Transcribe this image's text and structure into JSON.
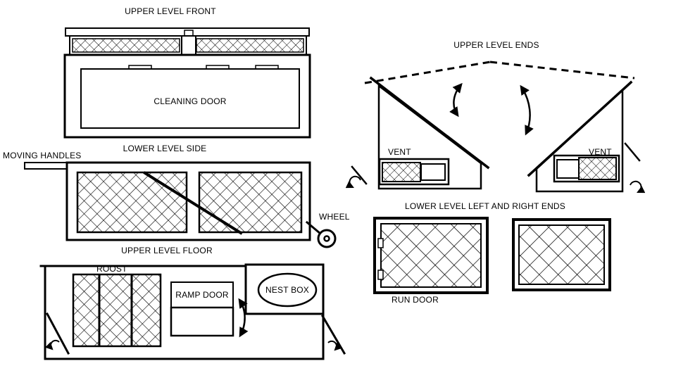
{
  "colors": {
    "ink": "#000000",
    "background": "#ffffff"
  },
  "views": {
    "upper_level_front": {
      "title": "UPPER LEVEL FRONT",
      "cleaning_door_label": "CLEANING DOOR"
    },
    "lower_level_side": {
      "title": "LOWER LEVEL SIDE",
      "moving_handles_label": "MOVING HANDLES",
      "wheel_label": "WHEEL"
    },
    "upper_level_floor": {
      "title": "UPPER LEVEL FLOOR",
      "roost_label": "ROOST",
      "ramp_door_label": "RAMP DOOR",
      "nest_box_label": "NEST BOX"
    },
    "upper_level_ends": {
      "title": "UPPER LEVEL ENDS",
      "vent_left_label": "VENT",
      "vent_right_label": "VENT"
    },
    "lower_level_ends": {
      "title": "LOWER LEVEL LEFT AND RIGHT ENDS",
      "run_door_label": "RUN DOOR"
    }
  }
}
